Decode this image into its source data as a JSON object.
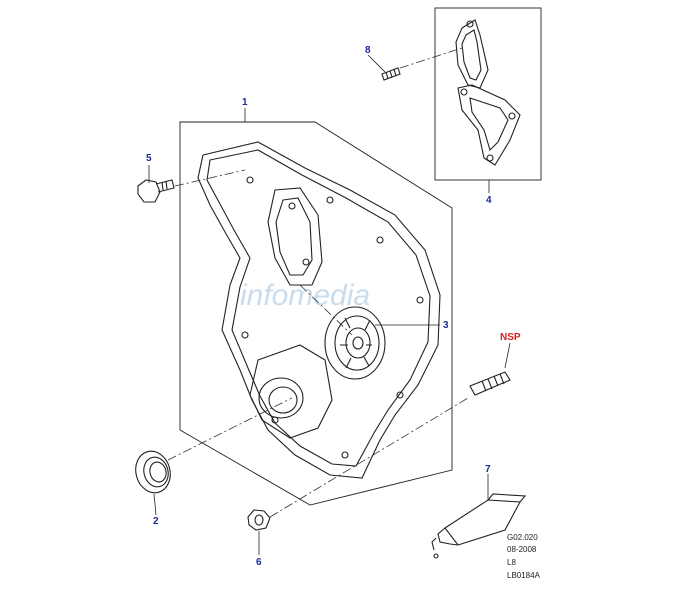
{
  "watermark": "infomedia",
  "callouts": {
    "c1": "1",
    "c2": "2",
    "c3": "3",
    "c4": "4",
    "c5": "5",
    "c6": "6",
    "c7": "7",
    "c8": "8",
    "nsp": "NSP"
  },
  "reference": {
    "line1": "G02.020",
    "line2": "08-2008",
    "line3": "L8",
    "line4": "LB0184A"
  },
  "colors": {
    "callout": "#1a2a9c",
    "nsp": "#d42020",
    "line": "#222222",
    "watermark": "#c9dcec"
  }
}
